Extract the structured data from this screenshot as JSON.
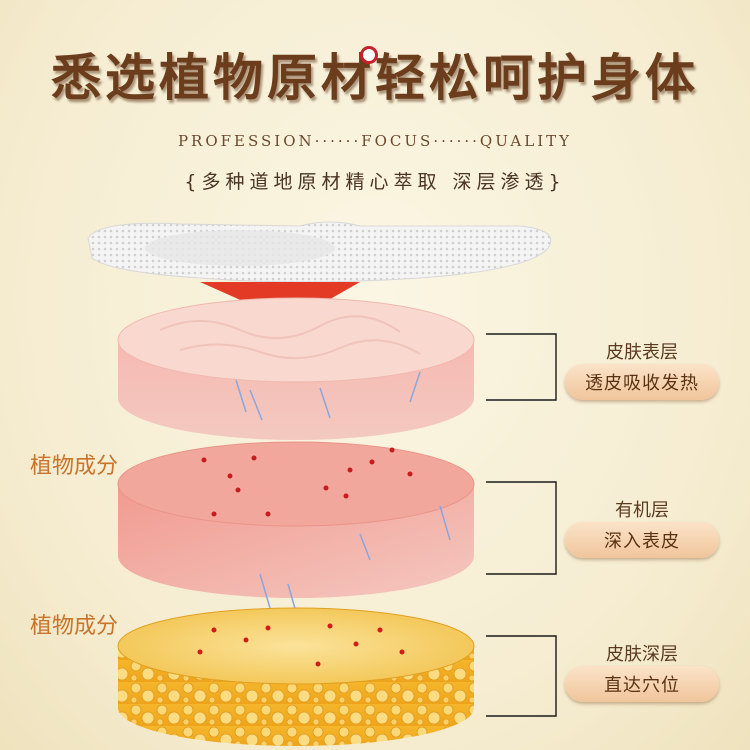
{
  "header": {
    "title": "悉选植物原材轻松呵护身体",
    "subtitle_en": "PROFESSION······FOCUS······QUALITY",
    "subtitle_zh": "{多种道地原材精心萃取 深层渗透}"
  },
  "ingredient_labels": [
    "植物成分",
    "植物成分"
  ],
  "layers": [
    {
      "name": "皮肤表层",
      "desc": "透皮吸收发热"
    },
    {
      "name": "有机层",
      "desc": "深入表皮"
    },
    {
      "name": "皮肤深层",
      "desc": "直达穴位"
    }
  ],
  "colors": {
    "title": "#6b3d1c",
    "arrow": "#d62a1e",
    "label_accent": "#c8742a",
    "pill": "#f0c59b"
  }
}
